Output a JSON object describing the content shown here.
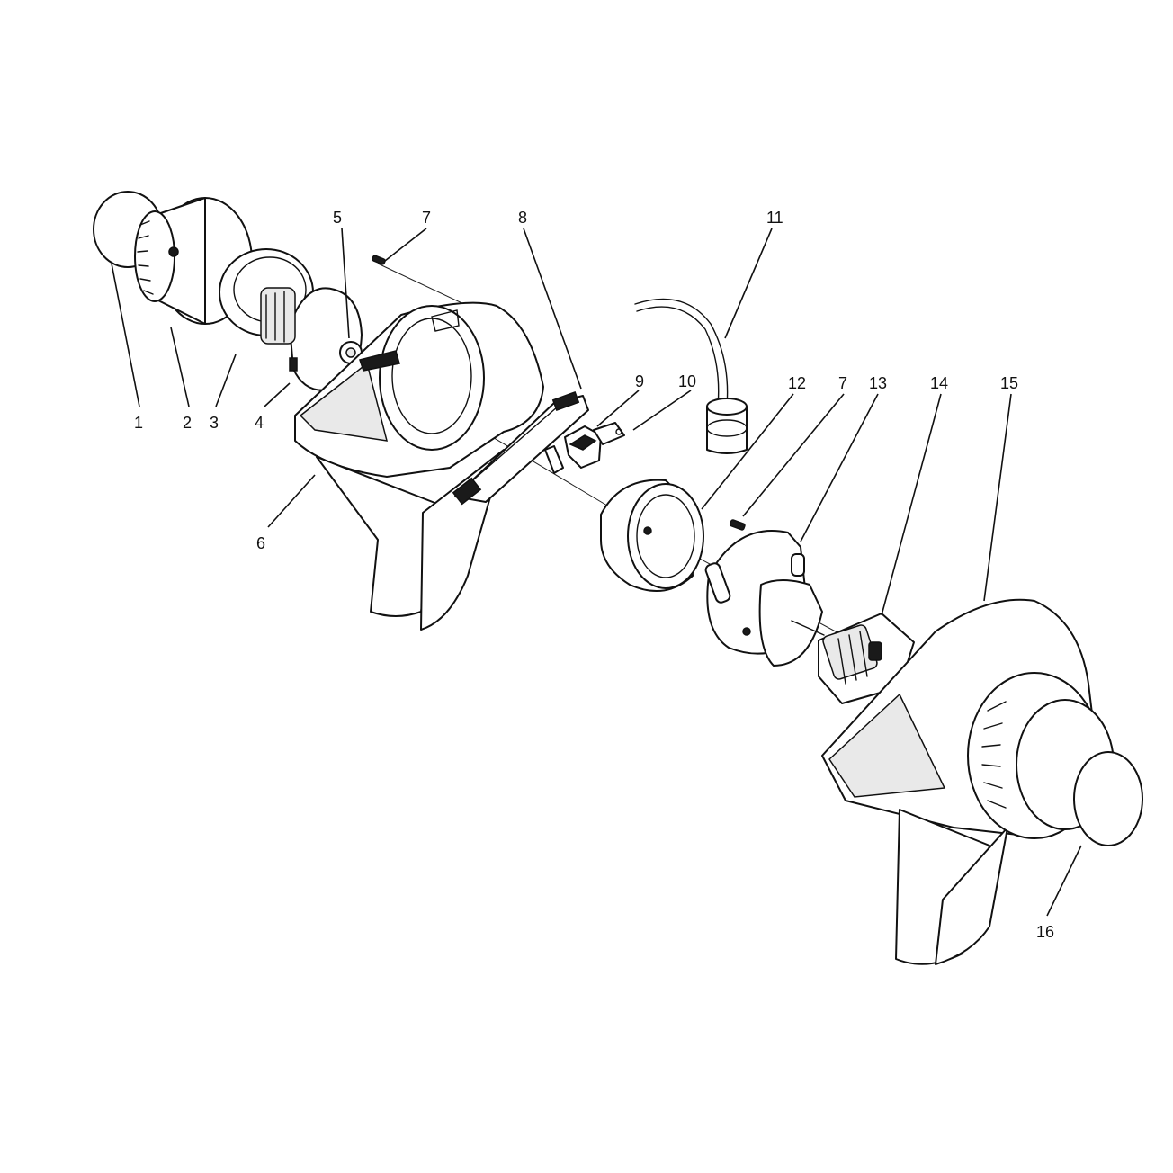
{
  "diagram": {
    "callouts": [
      {
        "id": "c1",
        "label": "1"
      },
      {
        "id": "c2",
        "label": "2"
      },
      {
        "id": "c3",
        "label": "3"
      },
      {
        "id": "c4",
        "label": "4"
      },
      {
        "id": "c5",
        "label": "5"
      },
      {
        "id": "c6",
        "label": "6"
      },
      {
        "id": "c7a",
        "label": "7"
      },
      {
        "id": "c8",
        "label": "8"
      },
      {
        "id": "c9",
        "label": "9"
      },
      {
        "id": "c10",
        "label": "10"
      },
      {
        "id": "c11",
        "label": "11"
      },
      {
        "id": "c12",
        "label": "12"
      },
      {
        "id": "c7b",
        "label": "7"
      },
      {
        "id": "c13",
        "label": "13"
      },
      {
        "id": "c14",
        "label": "14"
      },
      {
        "id": "c15",
        "label": "15"
      },
      {
        "id": "c16",
        "label": "16"
      }
    ]
  }
}
